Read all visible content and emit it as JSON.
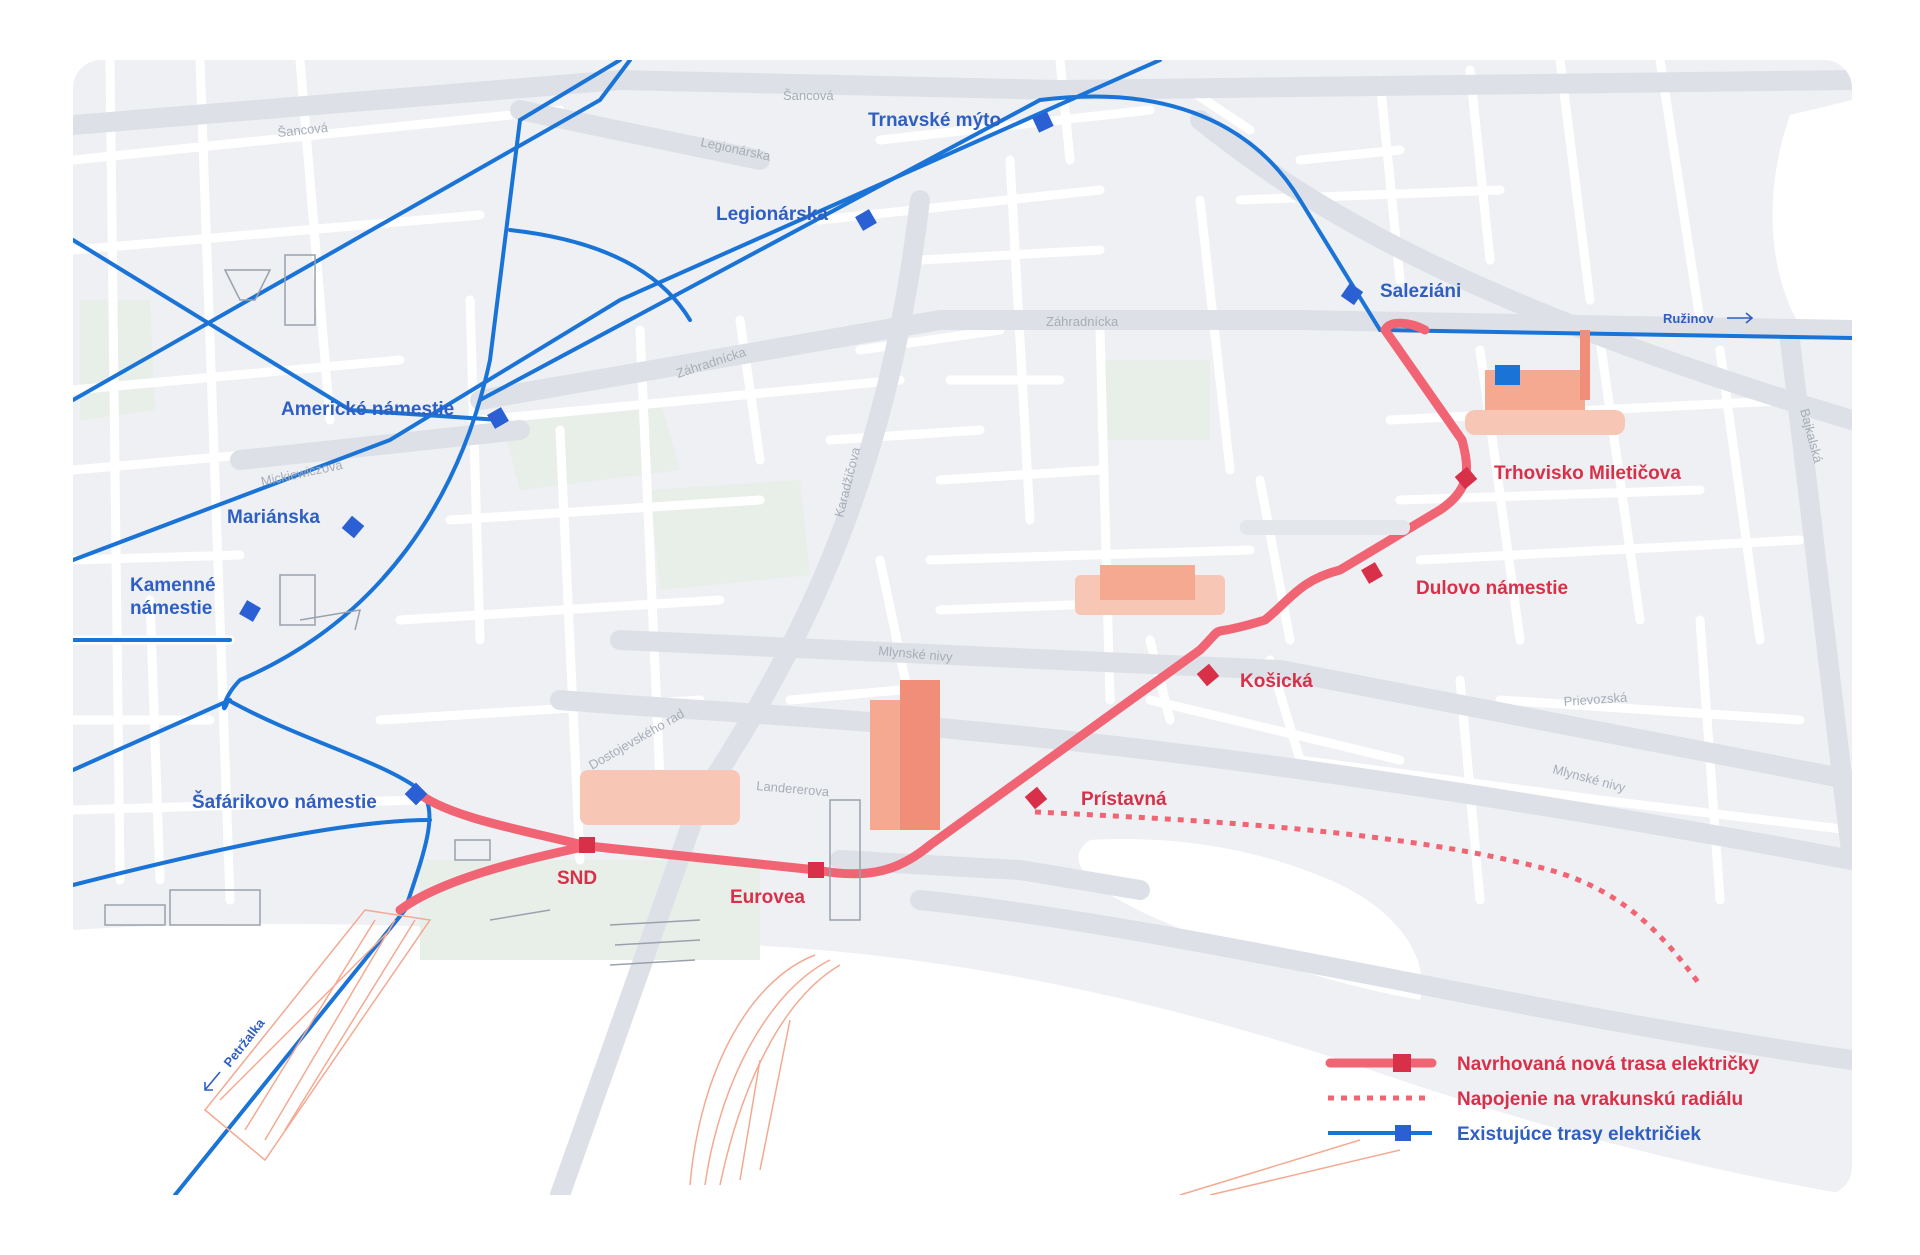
{
  "colors": {
    "background": "#ffffff",
    "land": "#eef0f3",
    "minor_street": "#ffffff",
    "major_street": "#dde1e7",
    "water": "#ffffff",
    "park": "#e8eee8",
    "existing_tram": "#1a73d6",
    "proposed_tram": "#f06474",
    "proposed_stop": "#d9304a",
    "existing_stop": "#2b5fd4",
    "label_blue": "#2f5fc2",
    "label_red": "#d9304a",
    "street_label": "#a7adb8"
  },
  "streets": {
    "sancova_left": "Šancová",
    "sancova_top": "Šancová",
    "legionarska": "Legionárska",
    "zahradnicka_left": "Záhradnícka",
    "zahradnicka_right": "Záhradnícka",
    "mickiewiczova": "Mickiewiczova",
    "karadzicova": "Karadžičova",
    "mlynske_nivy_1": "Mlynské nivy",
    "mlynske_nivy_2": "Mlynské nivy",
    "prievozska": "Prievozská",
    "dostojevskeho_rad": "Dostojevského rad",
    "landererova": "Landererova",
    "bajkalska": "Bajkalská"
  },
  "directions": {
    "ruzinov": "Ružinov",
    "petrzalka": "Petržalka"
  },
  "existing_stops": {
    "trnavske_myto": "Trnavské mýto",
    "legionarska": "Legionárska",
    "saleziani": "Saleziáni",
    "americke_namestie": "Americké námestie",
    "marianska": "Mariánska",
    "kamenne_1": "Kamenné",
    "kamenne_2": "námestie",
    "safarikovo": "Šafárikovo námestie"
  },
  "proposed_stops": {
    "trhovisko": "Trhovisko Miletičova",
    "dulovo": "Dulovo námestie",
    "kosicka": "Košická",
    "pristavna": "Prístavná",
    "snd": "SND",
    "eurovea": "Eurovea"
  },
  "legend": {
    "proposed": "Navrhovaná nová trasa električky",
    "connection": "Napojenie na vrakunskú radiálu",
    "existing": "Existujúce trasy električiek"
  }
}
